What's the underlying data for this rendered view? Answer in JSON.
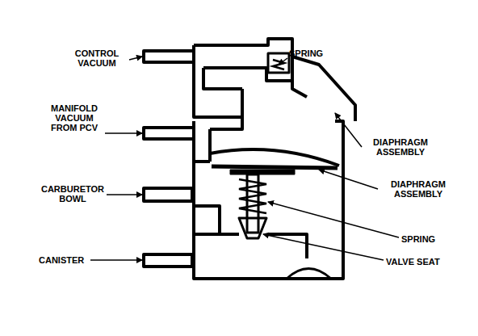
{
  "diagram": {
    "labels": [
      "CONTROL VACUUM",
      "MANIFOLD VACUUM FROM PCV",
      "CARBURETOR BOWL",
      "CANISTER",
      "SPRING",
      "DIAPHRAGM ASSEMBLY",
      "DIAPHRAGM ASSEMBLY",
      "SPRING",
      "VALVE SEAT"
    ]
  }
}
